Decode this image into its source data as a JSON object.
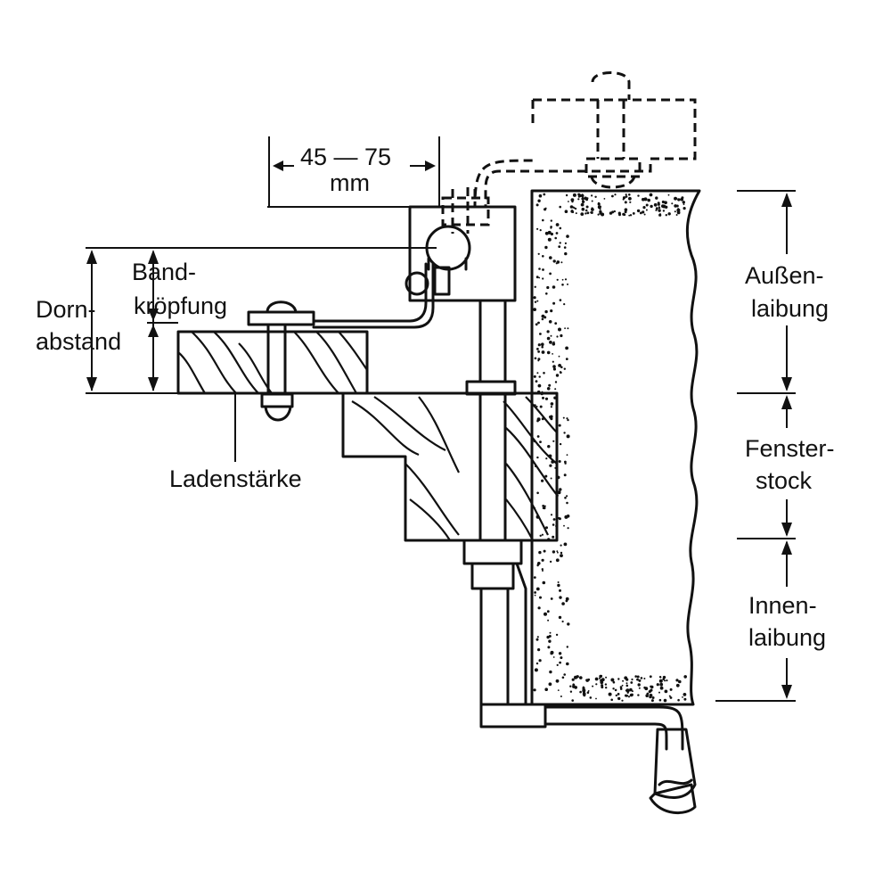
{
  "labels": {
    "dimension": "45 — 75",
    "dimension_unit": "mm",
    "band_1": "Band-",
    "band_2": "kröpfung",
    "dorn_1": "Dorn-",
    "dorn_2": "abstand",
    "laden": "Ladenstärke",
    "aussen_1": "Außen-",
    "aussen_2": "laibung",
    "fenster_1": "Fenster-",
    "fenster_2": "stock",
    "innen_1": "Innen-",
    "innen_2": "laibung"
  }
}
